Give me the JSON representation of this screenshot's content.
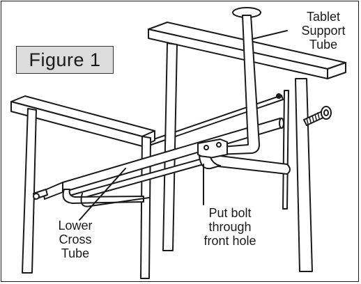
{
  "figure": {
    "label": "Figure 1"
  },
  "callouts": {
    "tablet_support_tube": [
      "Tablet",
      "Support",
      "Tube"
    ],
    "lower_cross_tube": [
      "Lower",
      "Cross",
      "Tube"
    ],
    "put_bolt": [
      "Put bolt",
      "through",
      "front hole"
    ]
  },
  "colors": {
    "line": "#1a1a1a",
    "label_fill": "#dcdcdc",
    "background": "#ffffff"
  }
}
